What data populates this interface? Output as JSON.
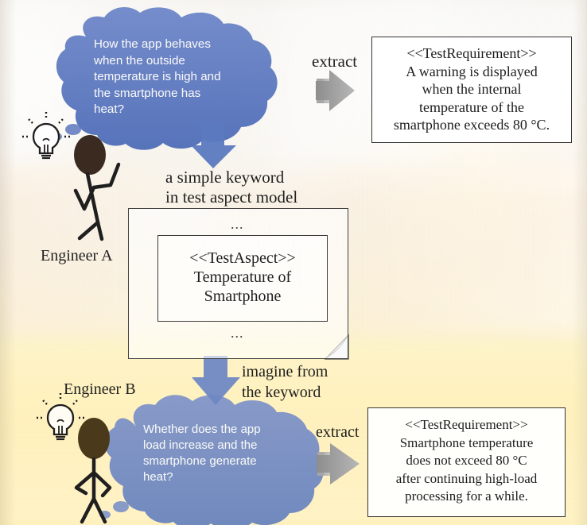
{
  "top_question_lines": [
    "How the app behaves",
    "when the outside",
    "temperature is high and",
    "the smartphone has",
    "heat?"
  ],
  "extract_label_top": "extract",
  "requirement_top": {
    "title": "<<TestRequirement>>",
    "lines": [
      "A warning is displayed",
      "when the internal",
      "temperature of the",
      "smartphone exceeds 80 °C."
    ]
  },
  "keyword_caption_lines": [
    "a simple keyword",
    "in test aspect model"
  ],
  "engineer_a": "Engineer A",
  "aspect": {
    "ellipsis_top": "...",
    "title": "<<TestAspect>>",
    "lines": [
      "Temperature of",
      "Smartphone"
    ],
    "ellipsis_bottom": "..."
  },
  "imagine_caption_lines": [
    "imagine from",
    "the keyword"
  ],
  "engineer_b": "Engineer B",
  "bottom_question_lines": [
    "Whether does the app",
    "load increase and the",
    "smartphone generate",
    "heat?"
  ],
  "extract_label_bottom": "extract",
  "requirement_bottom": {
    "title": "<<TestRequirement>>",
    "lines": [
      "Smartphone temperature",
      "does not exceed 80 °C",
      "after continuing high-load",
      "processing for a while."
    ]
  }
}
